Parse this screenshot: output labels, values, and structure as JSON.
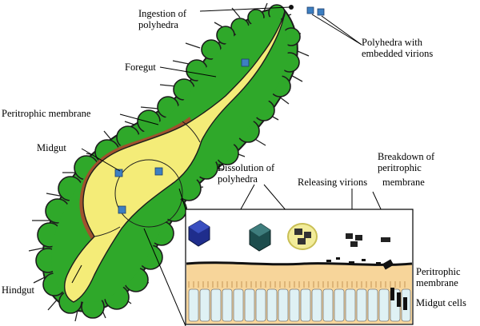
{
  "labels": {
    "ingestion": "Ingestion of\npolyhedra",
    "polyhedra_virions": "Polyhedra with\nembedded virions",
    "foregut": "Foregut",
    "peritrophic_membrane": "Peritrophic membrane",
    "midgut": "Midgut",
    "dissolution": "Dissolution of\npolyhedra",
    "breakdown": "Breakdown of\nperitrophic",
    "releasing_virions": "Releasing virions",
    "membrane_word": "membrane",
    "peritrophic_membrane_inset": "Peritrophic\nmembrane",
    "hindgut": "Hindgut",
    "midgut_cells": "Midgut cells"
  },
  "colors": {
    "body_green": "#2fa82a",
    "gut_yellow": "#f4ec78",
    "peritrophic_brown": "#a0522d",
    "polyhedra_blue": "#3d7fc1",
    "midgut_cell_fill": "#dff1f4",
    "membrane_fill": "#f7d59a",
    "polyhedron_dark_blue": "#1f2d8c",
    "polyhedron_teal": "#1d4d4d"
  }
}
